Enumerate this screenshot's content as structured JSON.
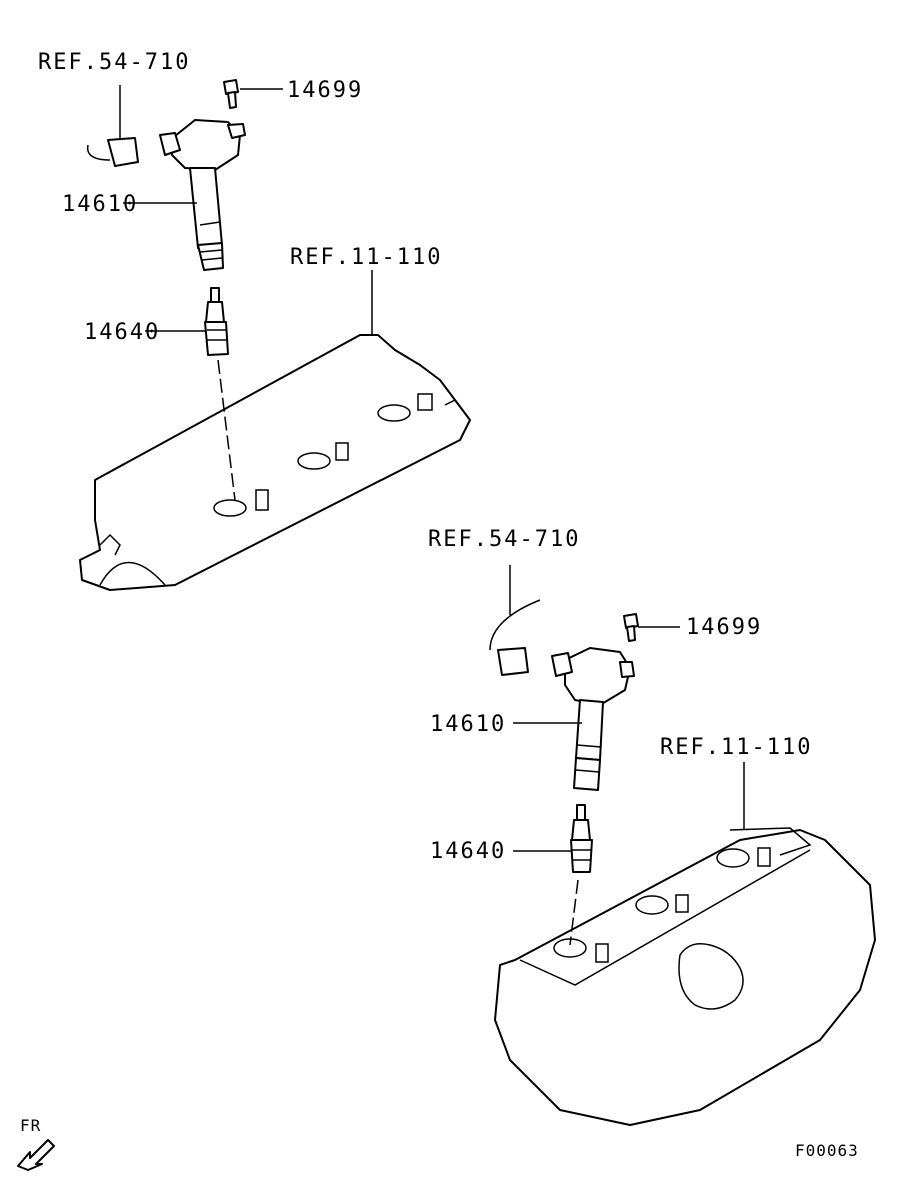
{
  "labels": {
    "top_ref_harness": "REF.54-710",
    "top_bolt": "14699",
    "top_coil": "14610",
    "top_ref_head": "REF.11-110",
    "top_plug": "14640",
    "bot_ref_harness": "REF.54-710",
    "bot_bolt": "14699",
    "bot_coil": "14610",
    "bot_ref_head": "REF.11-110",
    "bot_plug": "14640",
    "front_marker": "FR",
    "figure_code": "F00063"
  }
}
